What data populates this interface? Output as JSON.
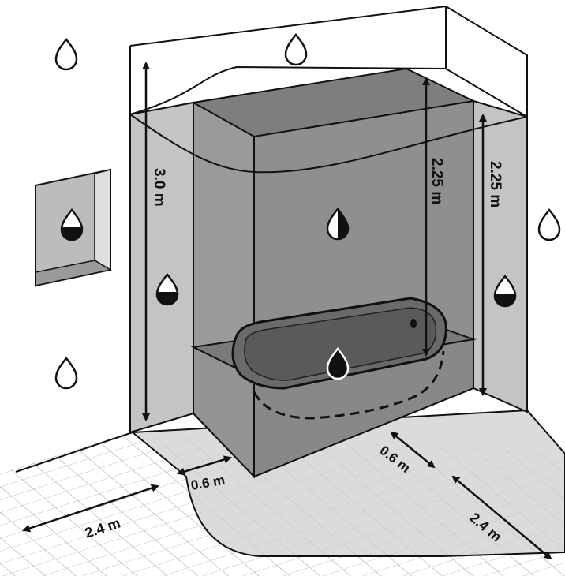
{
  "diagram": {
    "labels": {
      "ceiling_height": "3.0 m",
      "zone1_height_back": "2.25 m",
      "zone1_height_side": "2.25 m",
      "zone1_width_left": "0.6 m",
      "zone1_width_right": "0.6 m",
      "zone2_reach_left": "2.4 m",
      "zone2_reach_right": "2.4 m"
    },
    "icons": {
      "outside": "drop-outline-icon",
      "zone2": "drop-half-icon",
      "zone1": "drop-half-vertical-icon",
      "zone0": "drop-full-icon"
    },
    "colors": {
      "zone0": "#6e6e6e",
      "zone1": "#8a8a8a",
      "zone2": "#c4c4c4",
      "floor_zone": "#cfcfcf",
      "tile_lines": "#bdbdbd",
      "outline": "#111111"
    }
  }
}
